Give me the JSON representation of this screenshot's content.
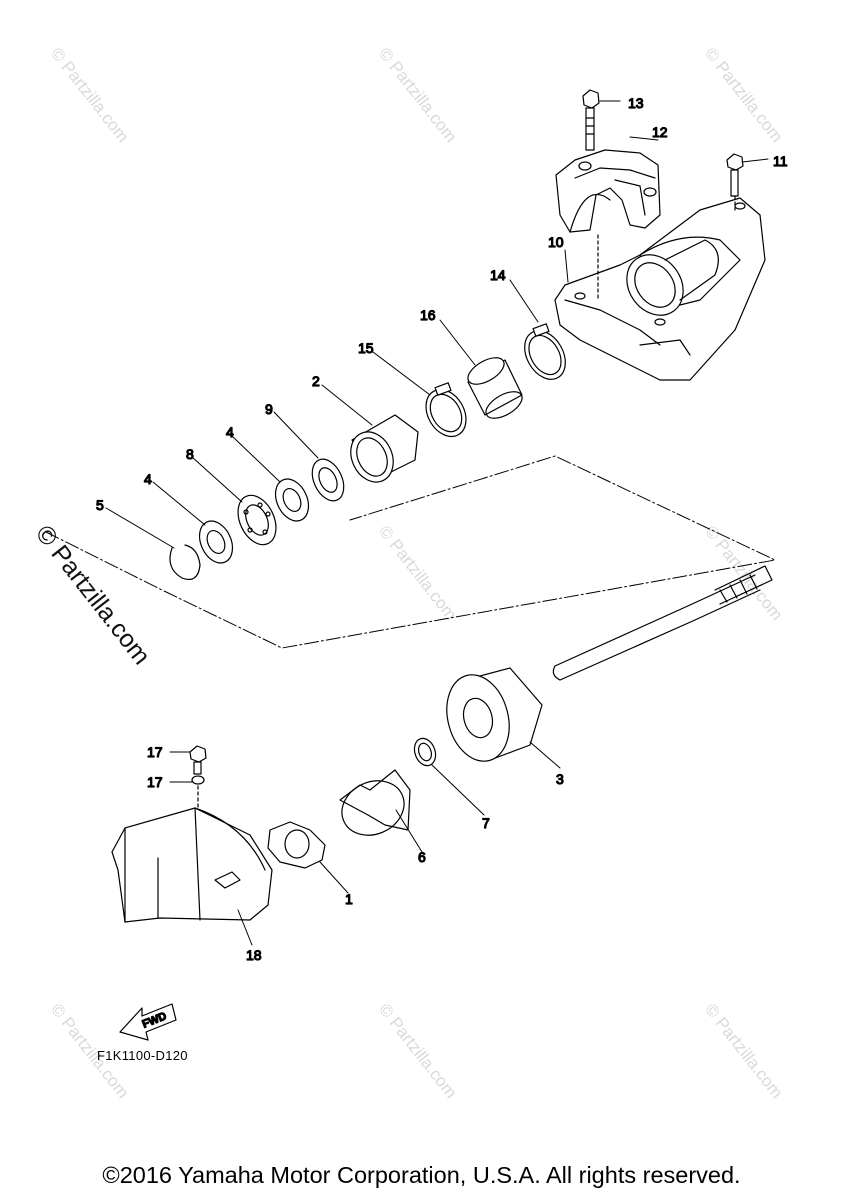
{
  "watermark": {
    "small_text": "© Partzilla.com",
    "large_text": "© Partzilla.com"
  },
  "diagram": {
    "code": "F1K1100-D120",
    "fwd_label": "FWD",
    "callouts": [
      "1",
      "2",
      "3",
      "4",
      "4",
      "5",
      "6",
      "7",
      "8",
      "9",
      "10",
      "11",
      "12",
      "13",
      "14",
      "15",
      "16",
      "17",
      "17",
      "18"
    ]
  },
  "footer": {
    "copyright": "©2016 Yamaha Motor Corporation, U.S.A. All rights reserved."
  },
  "colors": {
    "line": "#000000",
    "watermark": "#d9d9d9",
    "background": "#ffffff"
  }
}
